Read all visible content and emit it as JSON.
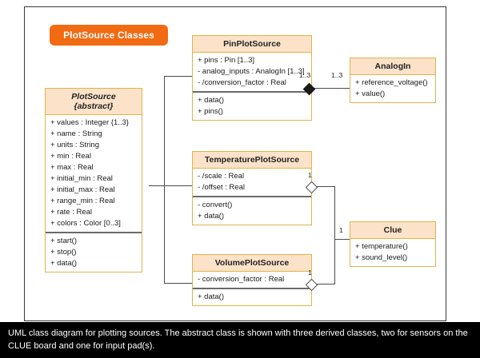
{
  "diagram": {
    "title_pill": "PlotSource Classes",
    "caption": "UML class diagram for plotting sources. The abstract class is shown with three derived classes, two for sensors on the CLUE board and one for input pad(s)."
  },
  "classes": {
    "plotsource": {
      "name": "PlotSource",
      "stereotype": "{abstract}",
      "attributes": [
        "+ values : Integer {1..3}",
        "+ name : String",
        "+ units : String",
        "+ min : Real",
        "+ max : Real",
        "+ initial_min : Real",
        "+ initial_max : Real",
        "+ range_min : Real",
        "+ rate : Real",
        "+ colors : Color [0..3]"
      ],
      "operations": [
        "+ start()",
        "+ stop()",
        "+ data()"
      ]
    },
    "pinplotsource": {
      "name": "PinPlotSource",
      "attributes": [
        "+ pins : Pin [1..3]",
        "- analog_inputs : AnalogIn [1..3]",
        "- /conversion_factor : Real"
      ],
      "operations": [
        "+ data()",
        "+ pins()"
      ]
    },
    "analogin": {
      "name": "AnalogIn",
      "operations": [
        "+ reference_voltage()",
        "+ value()"
      ]
    },
    "temperatureplotsource": {
      "name": "TemperaturePlotSource",
      "attributes": [
        "- /scale : Real",
        "- /offset : Real"
      ],
      "operations": [
        "- convert()",
        "+ data()"
      ]
    },
    "volumeplotsource": {
      "name": "VolumePlotSource",
      "attributes": [
        "- conversion_factor : Real"
      ],
      "operations": [
        "+ data()"
      ]
    },
    "clue": {
      "name": "Clue",
      "operations": [
        "+ temperature()",
        "+ sound_level()"
      ]
    }
  },
  "multiplicities": {
    "pin_to_analogin_source": "1..3",
    "pin_to_analogin_target": "1..3",
    "temperature_to_clue": "1",
    "volume_to_clue": "1",
    "clue_end": "1"
  },
  "colors": {
    "pill_background": "#f26a12",
    "class_header": "#fbe2c8",
    "class_border": "#e0b44a",
    "connector": "#4a4a4a",
    "caption_background": "#000000"
  }
}
